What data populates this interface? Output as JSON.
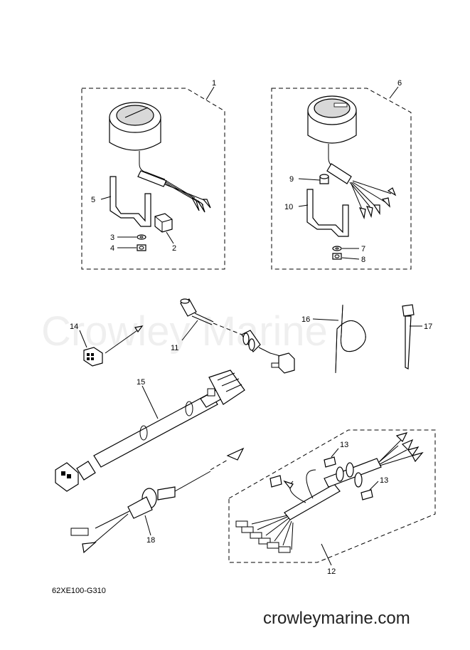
{
  "watermark": "Crowley Marine",
  "diagram_code": "62XE100-G310",
  "site_url": "crowleymarine.com",
  "callouts": {
    "c1": "1",
    "c2": "2",
    "c3": "3",
    "c4": "4",
    "c5": "5",
    "c6": "6",
    "c7": "7",
    "c8": "8",
    "c9": "9",
    "c10": "10",
    "c11": "11",
    "c12": "12",
    "c13a": "13",
    "c13b": "13",
    "c14": "14",
    "c15": "15",
    "c16": "16",
    "c17": "17",
    "c18": "18"
  }
}
